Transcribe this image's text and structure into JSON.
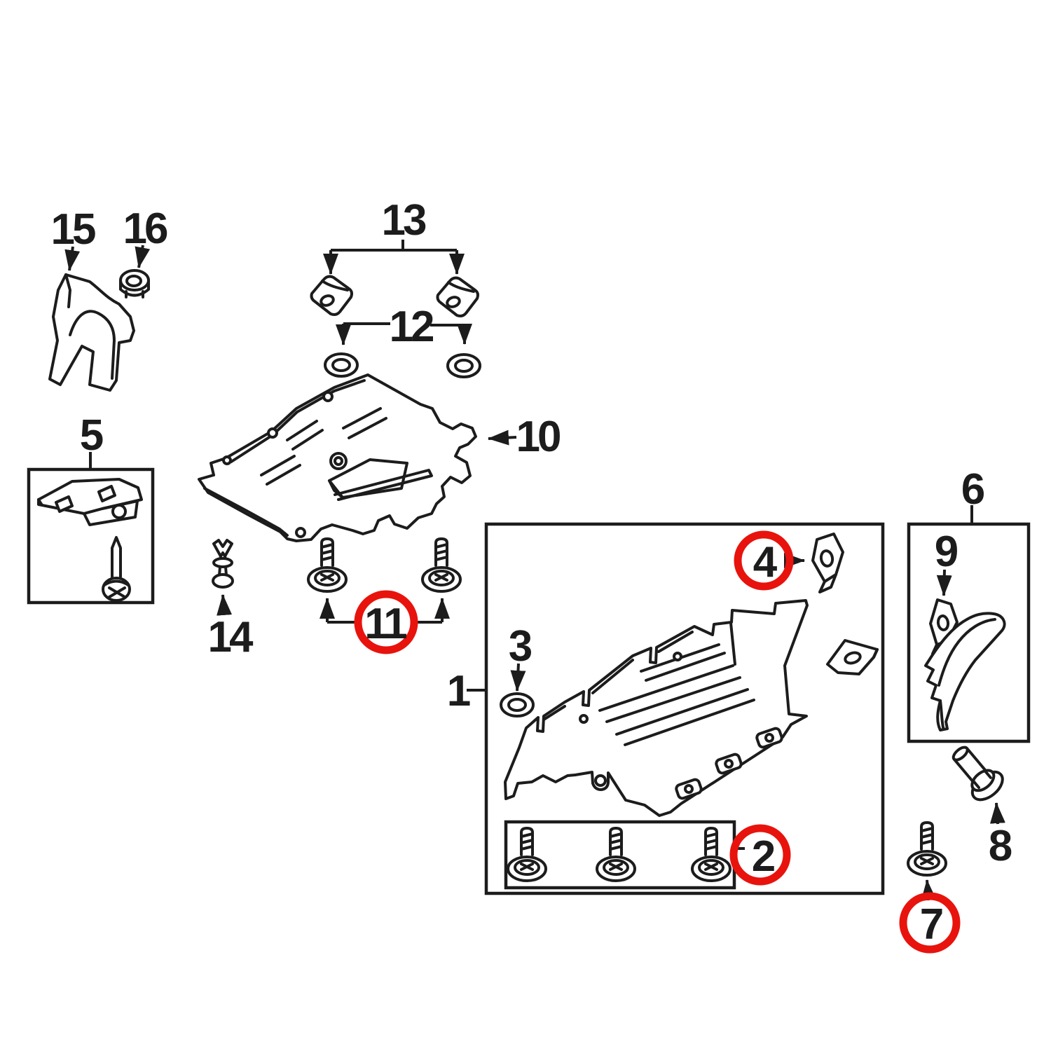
{
  "figure": {
    "type": "exploded-parts-diagram",
    "background_color": "#ffffff",
    "ink_color": "#1c1c1c",
    "highlight_color": "#e8130d"
  },
  "callouts": {
    "n1": {
      "label": "1",
      "circled": false
    },
    "n2": {
      "label": "2",
      "circled": true
    },
    "n3": {
      "label": "3",
      "circled": false
    },
    "n4": {
      "label": "4",
      "circled": true
    },
    "n5": {
      "label": "5",
      "circled": false
    },
    "n6": {
      "label": "6",
      "circled": false
    },
    "n7": {
      "label": "7",
      "circled": true
    },
    "n8": {
      "label": "8",
      "circled": false
    },
    "n9": {
      "label": "9",
      "circled": false
    },
    "n10": {
      "label": "10",
      "circled": false
    },
    "n11": {
      "label": "11",
      "circled": true
    },
    "n12": {
      "label": "12",
      "circled": false
    },
    "n13": {
      "label": "13",
      "circled": false
    },
    "n14": {
      "label": "14",
      "circled": false
    },
    "n15": {
      "label": "15",
      "circled": false
    },
    "n16": {
      "label": "16",
      "circled": false
    }
  }
}
